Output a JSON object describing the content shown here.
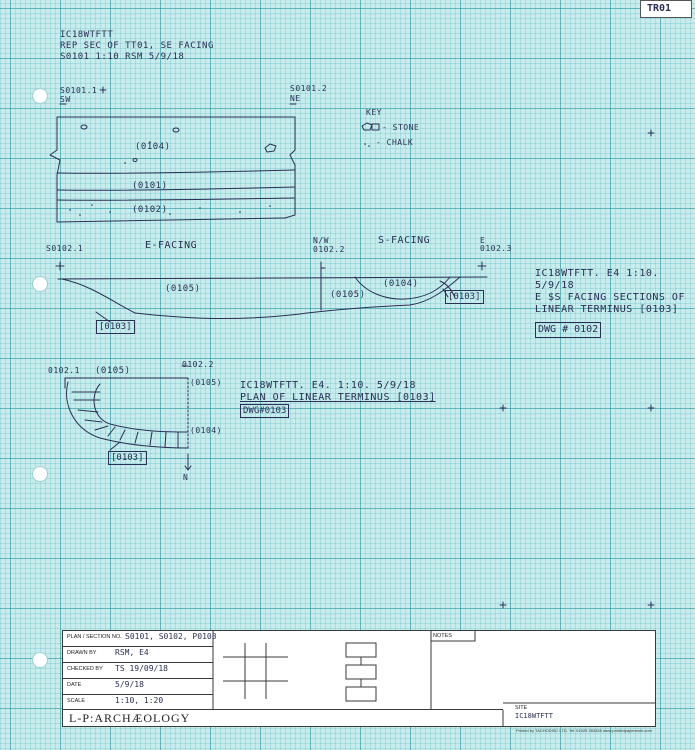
{
  "header": {
    "line1": "IC18WTFTT",
    "line2": "REP SEC OF TT01, SE FACING",
    "line3": "S0101  1:10  RSM  5/9/18"
  },
  "corner_tag": "TR01",
  "section1": {
    "point_left": "S0101.1",
    "point_left_dir": "SW",
    "point_right": "S0101.2",
    "point_right_dir": "NE",
    "context_0104": "(0104)",
    "context_0101": "(0101)",
    "context_0102": "(0102)"
  },
  "key": {
    "title": "KEY",
    "stone": "- STONE",
    "chalk": "- CHALK"
  },
  "section2": {
    "left_label": "E-FACING",
    "right_label": "S-FACING",
    "point_left": "S0102.1",
    "point_mid_dir": "N/W",
    "point_mid": "0102.2",
    "point_right_dir": "E",
    "point_right": "0102.3",
    "fill_left": "(0105)",
    "fill_mid": "(0105)",
    "fill_right": "(0104)",
    "cut_left": "[0103]",
    "cut_right": "[0103]",
    "caption_line1": "IC18WTFTT. E4 1:10.",
    "caption_line2": "5/9/18",
    "caption_line3": "E $S FACING SECTIONS OF",
    "caption_line4": "LINEAR TERMINUS [0103]",
    "drawing_number": "DWG # 0102"
  },
  "plan": {
    "point_left": "0102.1",
    "point_right": "0102.2",
    "fill_top": "(0105)",
    "fill_right_top": "(0105)",
    "fill_right": "(0104)",
    "cut": "[0103]",
    "north": "N",
    "caption_line1": "IC18WTFTT. E4. 1:10. 5/9/18",
    "caption_line2": "PLAN OF LINEAR TERMINUS [0103]",
    "drawing_number": "DWG#0103"
  },
  "title_block": {
    "plan_section_label": "PLAN / SECTION No.",
    "plan_section_value": "S0101, S0102, P0103",
    "drawn_by_label": "DRAWN BY",
    "drawn_by_value": "RSM, E4",
    "checked_by_label": "CHECKED BY",
    "checked_by_value": "TS 19/09/18",
    "date_label": "DATE",
    "date_value": "5/9/18",
    "scale_label": "SCALE",
    "scale_value": "1:10, 1:20",
    "notes_label": "NOTES",
    "site_label": "SITE",
    "site_value": "IC18WTFTT",
    "logo": "L-P:ARCHÆOLOGY",
    "printed": "Printed by TACHODISC LTD.  Tel: 01925 283328  www.printedpaperwork.com"
  }
}
